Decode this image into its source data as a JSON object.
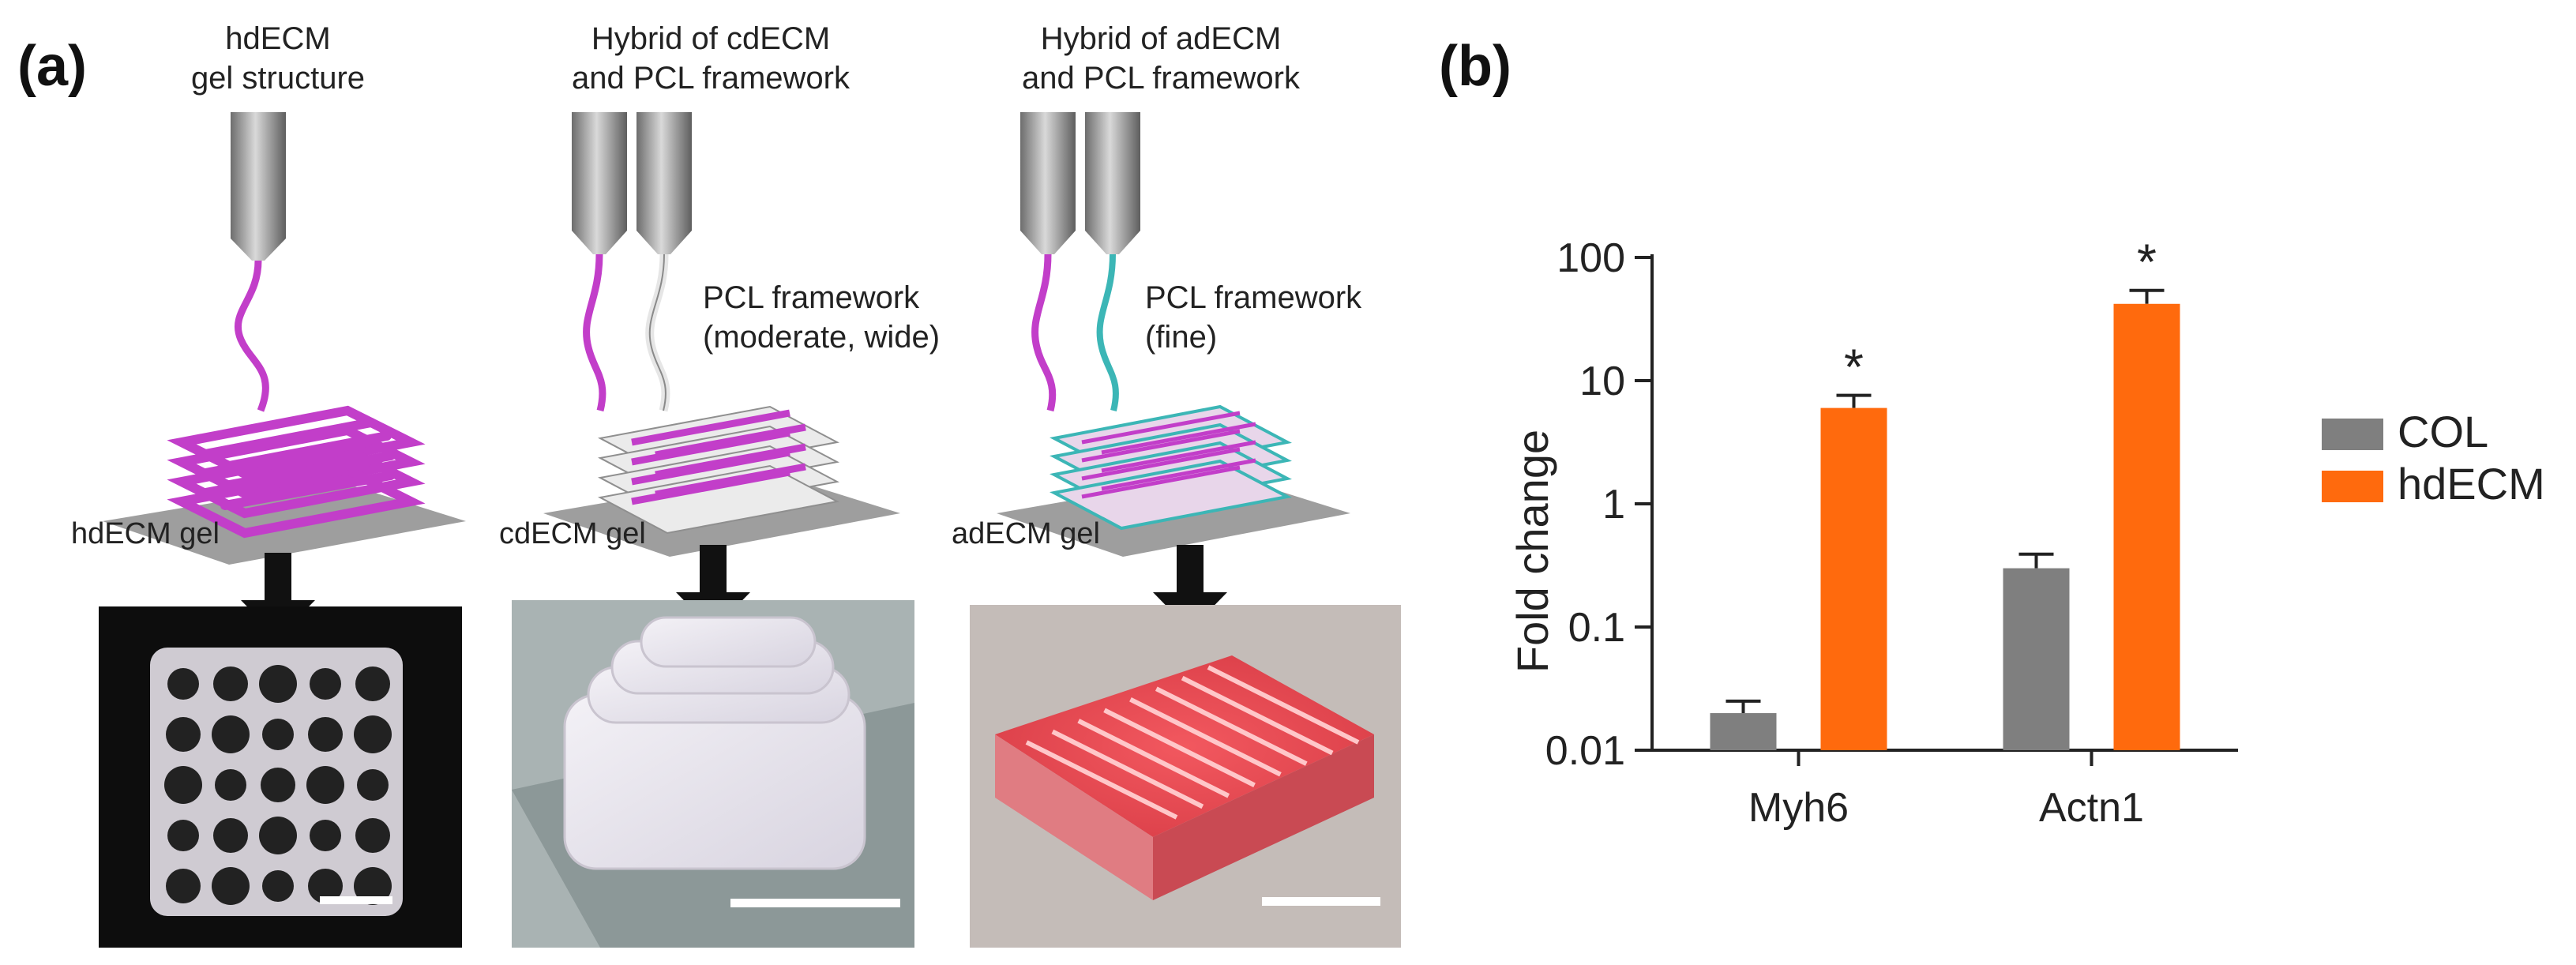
{
  "panel_a": {
    "label": "(a)",
    "columns": [
      {
        "caption_lines": [
          "hdECM",
          "gel structure"
        ],
        "framework_lines": [],
        "gel_label": "hdECM gel"
      },
      {
        "caption_lines": [
          "Hybrid of cdECM",
          "and PCL framework"
        ],
        "framework_lines": [
          "PCL framework",
          "(moderate, wide)"
        ],
        "gel_label": "cdECM gel"
      },
      {
        "caption_lines": [
          "Hybrid of adECM",
          "and PCL framework"
        ],
        "framework_lines": [
          "PCL framework",
          "(fine)"
        ],
        "gel_label": "adECM gel"
      }
    ]
  },
  "panel_b": {
    "label": "(b)"
  },
  "colors": {
    "col": "#7f7f7f",
    "hdecm": "#ff6a0d",
    "magenta": "#c23ec9",
    "teal": "#3cb6b6"
  },
  "chart_data": {
    "type": "bar",
    "categories": [
      "Myh6",
      "Actn1"
    ],
    "ylabel": "Fold change",
    "yscale": "log",
    "ylim": [
      0.01,
      100
    ],
    "yticks": [
      "0.01",
      "0.1",
      "1",
      "10",
      "100"
    ],
    "legend_position": "right",
    "series": [
      {
        "name": "COL",
        "values": [
          0.02,
          0.3
        ],
        "errors": [
          0.005,
          0.09
        ]
      },
      {
        "name": "hdECM",
        "values": [
          6,
          42
        ],
        "errors": [
          1.6,
          12
        ]
      }
    ],
    "annotations": [
      "*",
      "*"
    ],
    "significance_series": "hdECM"
  }
}
